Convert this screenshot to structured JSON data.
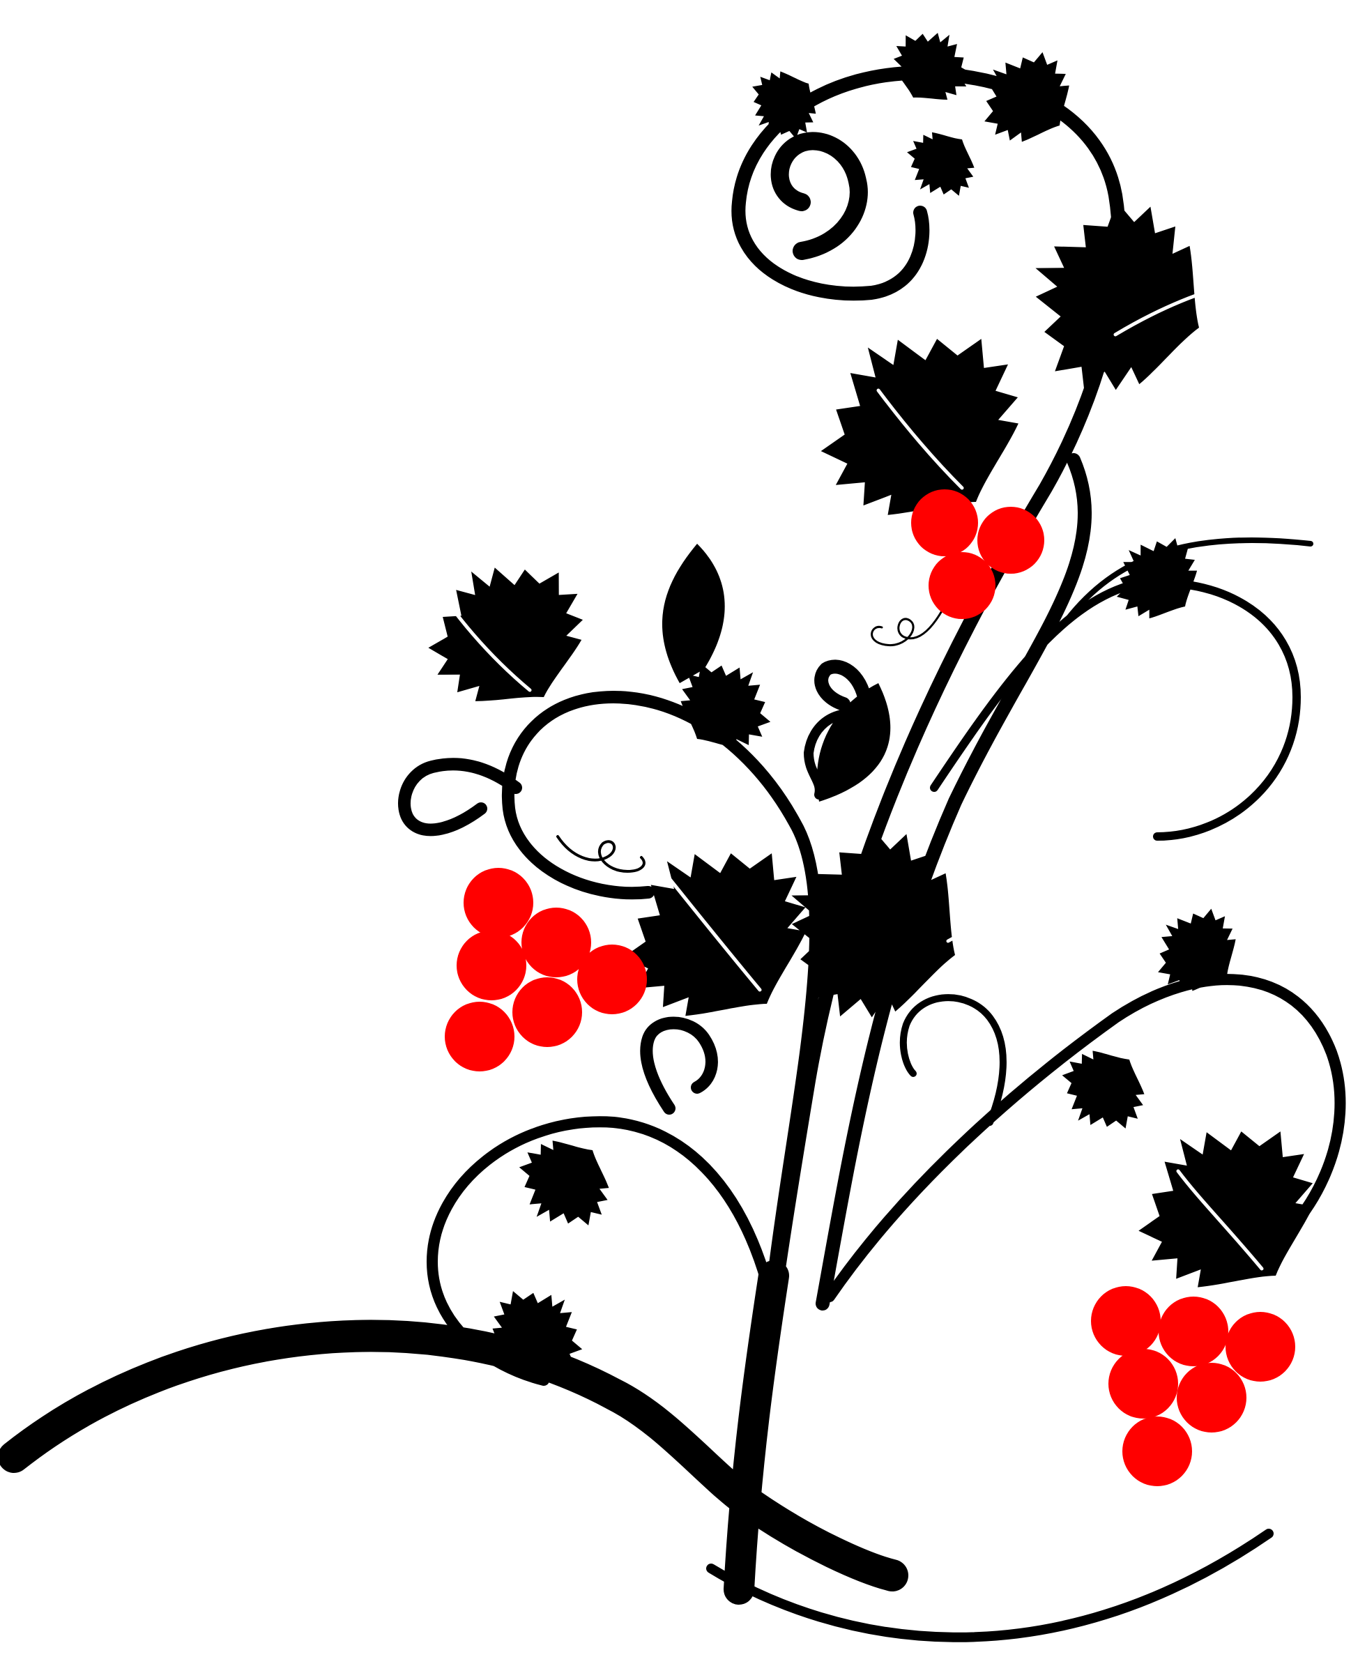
{
  "artwork": {
    "palette": {
      "background": "#ffffff",
      "ink": "#000000",
      "berry": "#ff0000"
    },
    "elements": {
      "stems": [
        "stem-main",
        "branch-ground",
        "branch-swoop",
        "branch-right",
        "branch-left",
        "branch-upper"
      ],
      "leaves": 18,
      "berry_clusters": 3,
      "berries_total": 13,
      "curls": 6
    }
  }
}
